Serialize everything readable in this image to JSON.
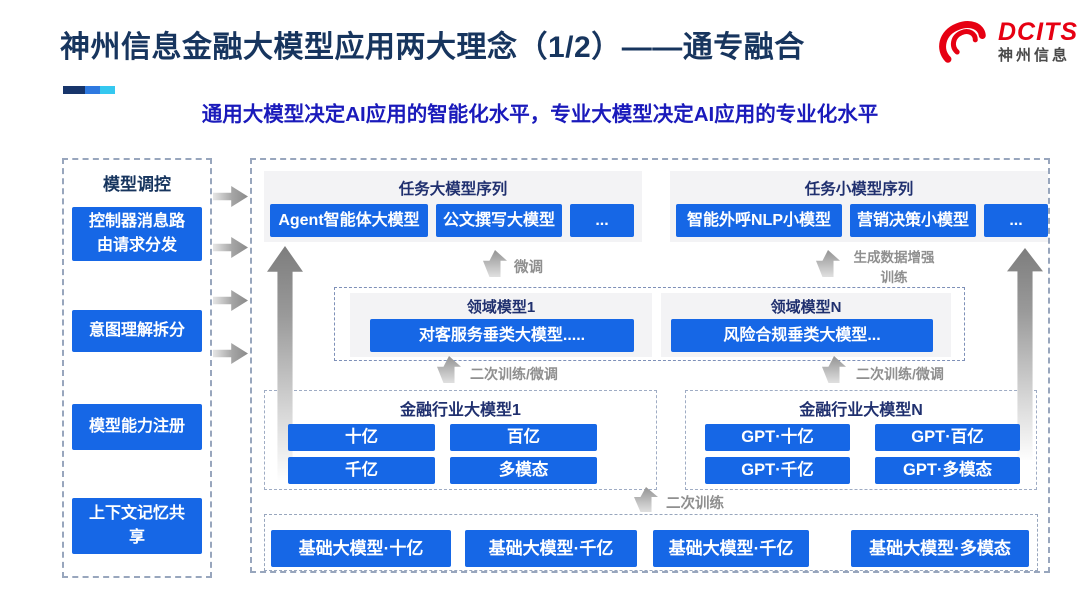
{
  "header": {
    "title": "神州信息金融大模型应用两大理念（1/2）——通专融合",
    "subtitle": "通用大模型决定AI应用的智能化水平，专业大模型决定AI应用的专业化水平",
    "logo_text": "DCITS",
    "logo_cn": "神州信息"
  },
  "sidebar": {
    "title": "模型调控",
    "items": [
      "控制器消息路由请求分发",
      "意图理解拆分",
      "模型能力注册",
      "上下文记忆共享"
    ]
  },
  "task_large": {
    "title": "任务大模型序列",
    "items": [
      "Agent智能体大模型",
      "公文撰写大模型",
      "..."
    ]
  },
  "task_small": {
    "title": "任务小模型序列",
    "items": [
      "智能外呼NLP小模型",
      "营销决策小模型",
      "..."
    ]
  },
  "domain_models": {
    "model1": {
      "title": "领域模型1",
      "item": "对客服务垂类大模型....."
    },
    "modelN": {
      "title": "领域模型N",
      "item": "风险合规垂类大模型..."
    }
  },
  "industry1": {
    "title": "金融行业大模型1",
    "items": [
      "十亿",
      "百亿",
      "千亿",
      "多模态"
    ]
  },
  "industryN": {
    "title": "金融行业大模型N",
    "items": [
      "GPT·十亿",
      "GPT·百亿",
      "GPT·千亿",
      "GPT·多模态"
    ]
  },
  "base_models": {
    "items": [
      "基础大模型·十亿",
      "基础大模型·千亿",
      "基础大模型·千亿",
      "基础大模型·多模态"
    ]
  },
  "arrow_labels": {
    "finetune": "微调",
    "gen_data_train": "生成数据增强训练",
    "retrain_finetune_left": "二次训练/微调",
    "retrain_finetune_right": "二次训练/微调",
    "retrain": "二次训练"
  },
  "colors": {
    "box_blue": "#1667E6",
    "title_navy": "#17355E",
    "subtitle_blue": "#1A1ABB",
    "panel_header_navy": "#20306F",
    "logo_red": "#E60012",
    "accent_cyan": "#35C8F0",
    "panel_gray": "#F3F3F5"
  }
}
